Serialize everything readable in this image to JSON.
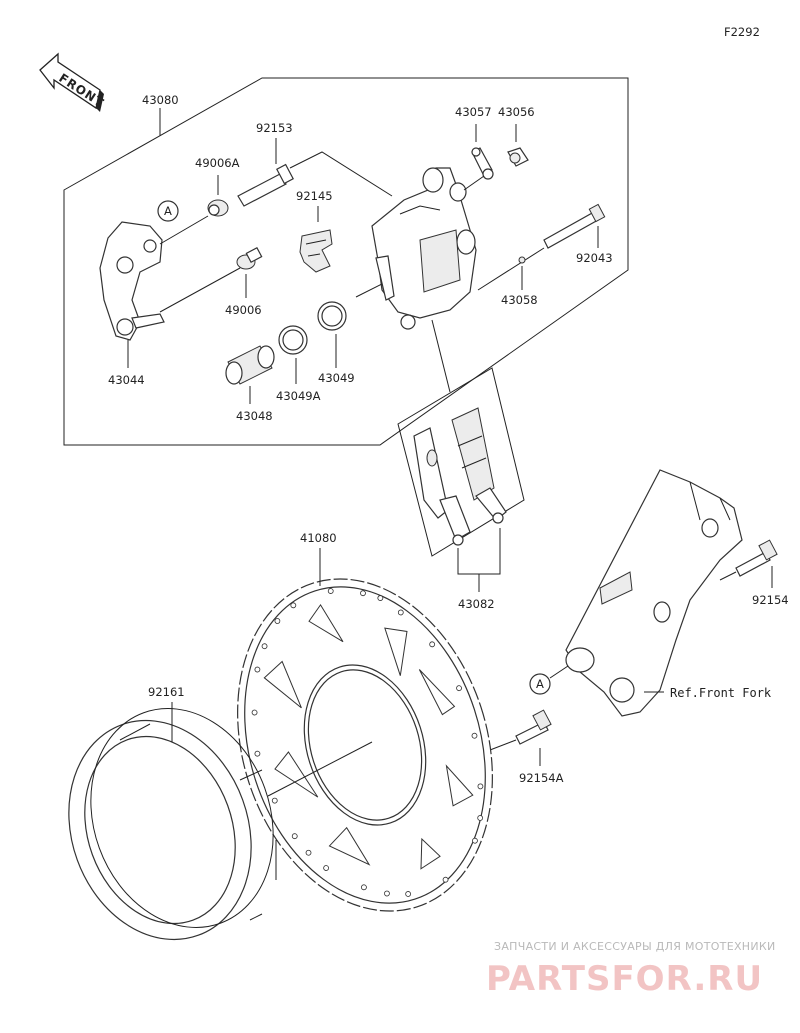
{
  "diagram": {
    "code": "F2292",
    "front_label": "FRONT",
    "callout": "A",
    "ref_text": "Ref.Front Fork",
    "parts": {
      "p43080": "43080",
      "p49006A": "49006A",
      "p92153": "92153",
      "p43057": "43057",
      "p43056": "43056",
      "p92145": "92145",
      "p92043": "92043",
      "p43058": "43058",
      "p49006": "49006",
      "p43044": "43044",
      "p43049": "43049",
      "p43049A": "43049A",
      "p43048": "43048",
      "p43082": "43082",
      "p41080": "41080",
      "p92154": "92154",
      "p92161": "92161",
      "p92154A": "92154A"
    }
  },
  "watermark": {
    "subtitle": "ЗАПЧАСТИ И АКСЕССУАРЫ ДЛЯ МОТОТЕХНИКИ",
    "brand": "PARTSFOR.RU"
  }
}
